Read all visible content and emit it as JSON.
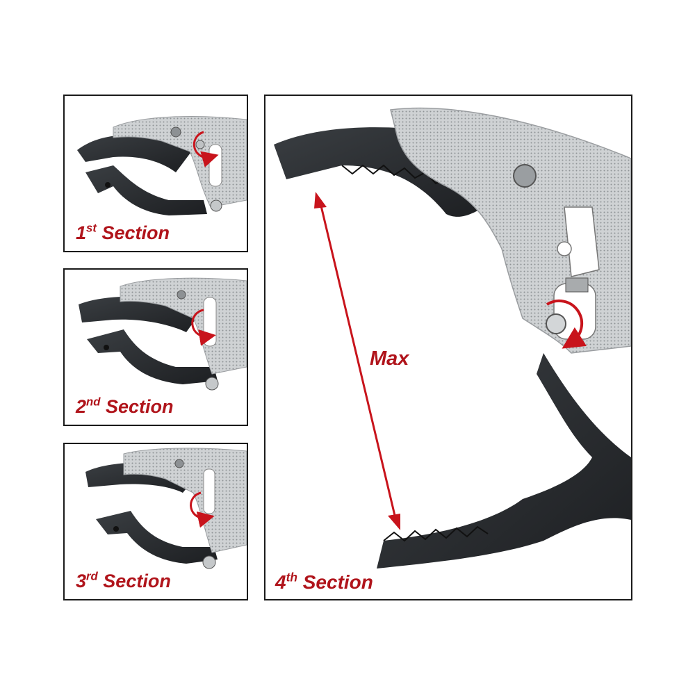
{
  "panels": [
    {
      "num": "1",
      "suffix": "st",
      "word": "Section"
    },
    {
      "num": "2",
      "suffix": "nd",
      "word": "Section"
    },
    {
      "num": "3",
      "suffix": "rd",
      "word": "Section"
    },
    {
      "num": "4",
      "suffix": "th",
      "word": "Section"
    }
  ],
  "max_label": "Max",
  "colors": {
    "label": "#b0141b",
    "border": "#1a1a1a",
    "jaw_dark": "#2b2e31",
    "body_silver": "#c9ccce"
  }
}
